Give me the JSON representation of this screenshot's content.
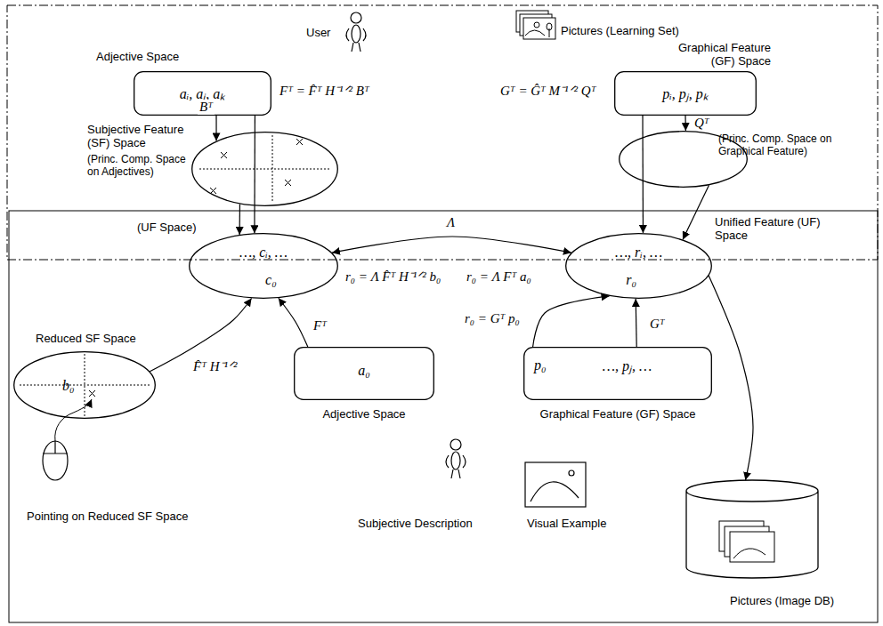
{
  "diagram": {
    "nodes": [
      {
        "text": [
          "Adjective Space",
          "aᵢ, aⱼ, aₖ"
        ]
      },
      {
        "text": [
          "Graphical Feature (GF) Space",
          "pᵢ, pⱼ, pₖ"
        ]
      },
      {
        "text": [
          "Subjective Feature (SF) Space",
          "(Princ. Comp. Space on Adjectives)"
        ]
      },
      {
        "text": [
          "(Princ. Comp. Space on Graphical Feature)"
        ]
      },
      {
        "text": [
          "(UF Space)",
          "…, cᵢ, …",
          "c₀"
        ]
      },
      {
        "text": [
          "Unified Feature (UF) Space",
          "…, rᵢ, …",
          "r₀"
        ]
      },
      {
        "text": [
          "Reduced SF Space",
          "b₀"
        ]
      },
      {
        "text": [
          "a₀",
          "Adjective Space"
        ]
      },
      {
        "text": [
          "p₀",
          "…, pⱼ, …",
          "Graphical Feature (GF) Space"
        ]
      },
      {
        "text": [
          "Pictures (Image DB)"
        ]
      }
    ],
    "edges": [
      {
        "from": 0,
        "to": 2,
        "arrow": "to",
        "label": "Bᵀ"
      },
      {
        "from": 0,
        "to": 4,
        "arrow": "to",
        "label": "Fᵀ = F̂ᵀ H⁻¹ᐟ² Bᵀ"
      },
      {
        "from": 2,
        "to": 4,
        "arrow": "to"
      },
      {
        "from": 1,
        "to": 3,
        "arrow": "to",
        "label": "Qᵀ"
      },
      {
        "from": 1,
        "to": 5,
        "arrow": "to",
        "label": "Gᵀ = Ĝᵀ M⁻¹ᐟ² Qᵀ"
      },
      {
        "from": 3,
        "to": 5,
        "arrow": "to"
      },
      {
        "from": 4,
        "to": 5,
        "arrow": "both",
        "label": "Λ"
      },
      {
        "from": 6,
        "to": 4,
        "arrow": "to",
        "label": "F̂ᵀ H⁻¹ᐟ²"
      },
      {
        "from": 7,
        "to": 4,
        "arrow": "to",
        "label": "Fᵀ"
      },
      {
        "from": 8,
        "to": 5,
        "arrow": "to",
        "label": "r₀ = Gᵀ p₀"
      },
      {
        "from": 8,
        "to": 5,
        "arrow": "to",
        "label": "Gᵀ"
      },
      {
        "from": 5,
        "to": 9,
        "arrow": "to"
      }
    ],
    "labels": [
      "User",
      "Pictures (Learning Set)",
      "r₀ = Λ F̂ᵀ H⁻¹ᐟ² b₀",
      "r₀ = Λ Fᵀ a₀",
      "Pointing on Reduced SF Space",
      "Subjective Description",
      "Visual Example"
    ]
  }
}
